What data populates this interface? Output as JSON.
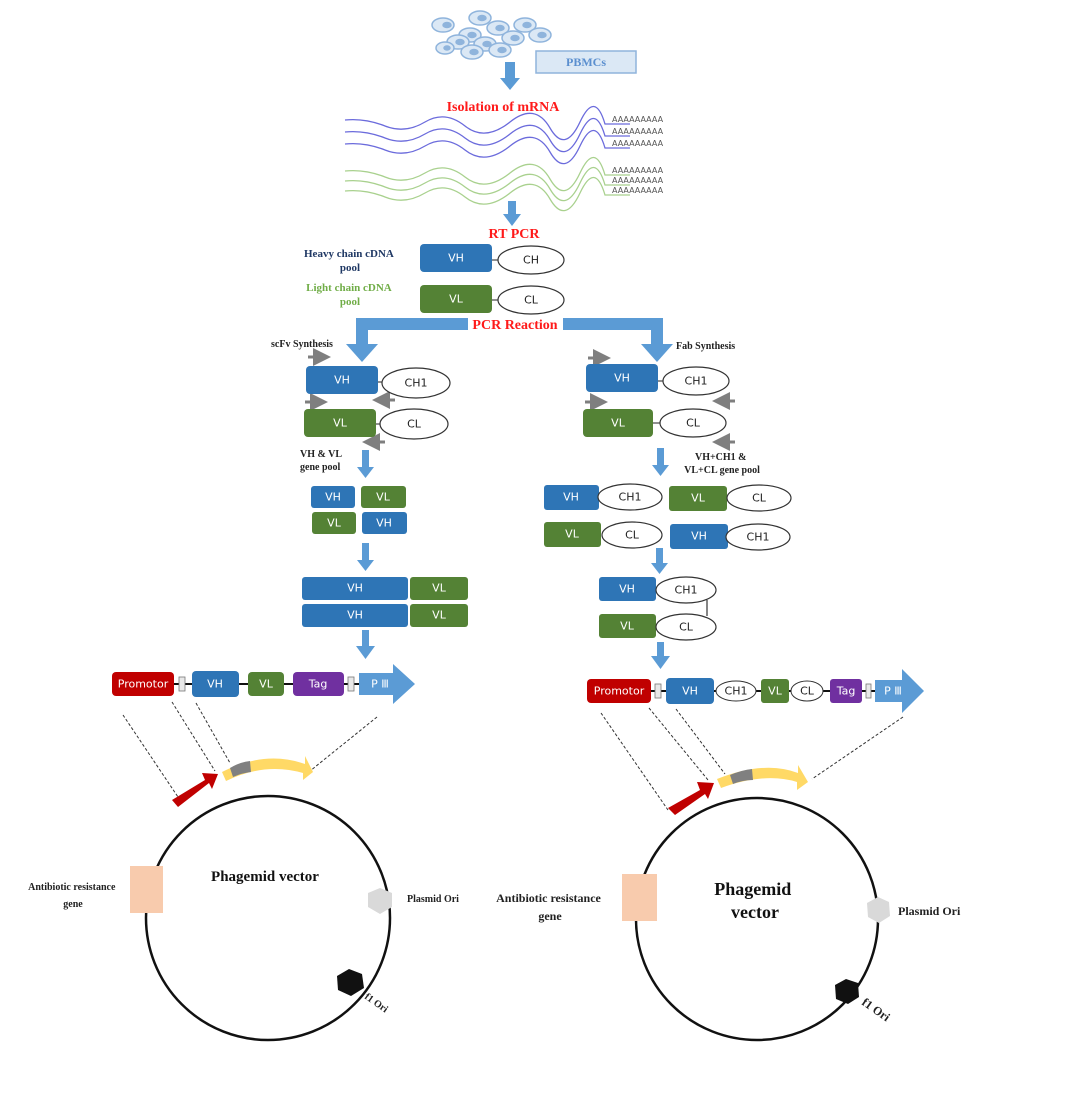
{
  "colors": {
    "vh_blue": "#2e75b6",
    "vl_green": "#548235",
    "arrow_blue": "#5b9bd5",
    "promotor_red": "#c00000",
    "tag_purple": "#7030a0",
    "piii_blue": "#5b9bd5",
    "heading_red": "#ff1a1a",
    "heavy_text": "#1f3864",
    "light_text": "#70ad47",
    "antibiotic": "#f8cbad",
    "plasmid_ori": "#d9d9d9",
    "f1_ori": "#111111",
    "insert_yellow": "#ffd966"
  },
  "top": {
    "cells_label": "PBMCs",
    "step1": "Isolation of mRNA",
    "polyA": "AAAAAAAAA",
    "step2": "RT PCR",
    "heavy_pool": [
      "Heavy chain  cDNA",
      "pool"
    ],
    "light_pool": [
      "Light chain  cDNA",
      "pool"
    ],
    "heavy_domains": [
      "VH",
      "CH"
    ],
    "light_domains": [
      "VL",
      "CL"
    ],
    "step3": "PCR Reaction"
  },
  "scfv": {
    "title": "scFv Synthesis",
    "heavy": [
      "VH",
      "CH1"
    ],
    "light": [
      "VL",
      "CL"
    ],
    "pool_label": [
      "VH & VL",
      "gene pool"
    ],
    "pool_grid": [
      [
        "VH",
        "VL"
      ],
      [
        "VL",
        "VH"
      ]
    ],
    "fused": [
      [
        "VH",
        "VL"
      ],
      [
        "VH",
        "VL"
      ]
    ],
    "cassette": [
      "Promotor",
      "VH",
      "VL",
      "Tag",
      "P Ⅲ"
    ],
    "vector": {
      "title": "Phagemid vector",
      "antibiotic": [
        "Antibiotic resistance",
        "gene"
      ],
      "plasmid_ori": "Plasmid Ori",
      "f1_ori": "f1 Ori"
    }
  },
  "fab": {
    "title": "Fab Synthesis",
    "heavy": [
      "VH",
      "CH1"
    ],
    "light": [
      "VL",
      "CL"
    ],
    "pool_label": [
      "VH+CH1 &",
      "VL+CL gene pool"
    ],
    "pool_grid": [
      [
        [
          "VH",
          "CH1"
        ],
        [
          "VL",
          "CL"
        ]
      ],
      [
        [
          "VL",
          "CL"
        ],
        [
          "VH",
          "CH1"
        ]
      ]
    ],
    "assembled": [
      [
        "VH",
        "CH1"
      ],
      [
        "VL",
        "CL"
      ]
    ],
    "cassette": [
      "Promotor",
      "VH",
      "CH1",
      "VL",
      "CL",
      "Tag",
      "P Ⅲ"
    ],
    "vector": {
      "title": [
        "Phagemid",
        "vector"
      ],
      "antibiotic": [
        "Antibiotic resistance",
        "gene"
      ],
      "plasmid_ori": "Plasmid Ori",
      "f1_ori": "f1 Ori"
    }
  }
}
